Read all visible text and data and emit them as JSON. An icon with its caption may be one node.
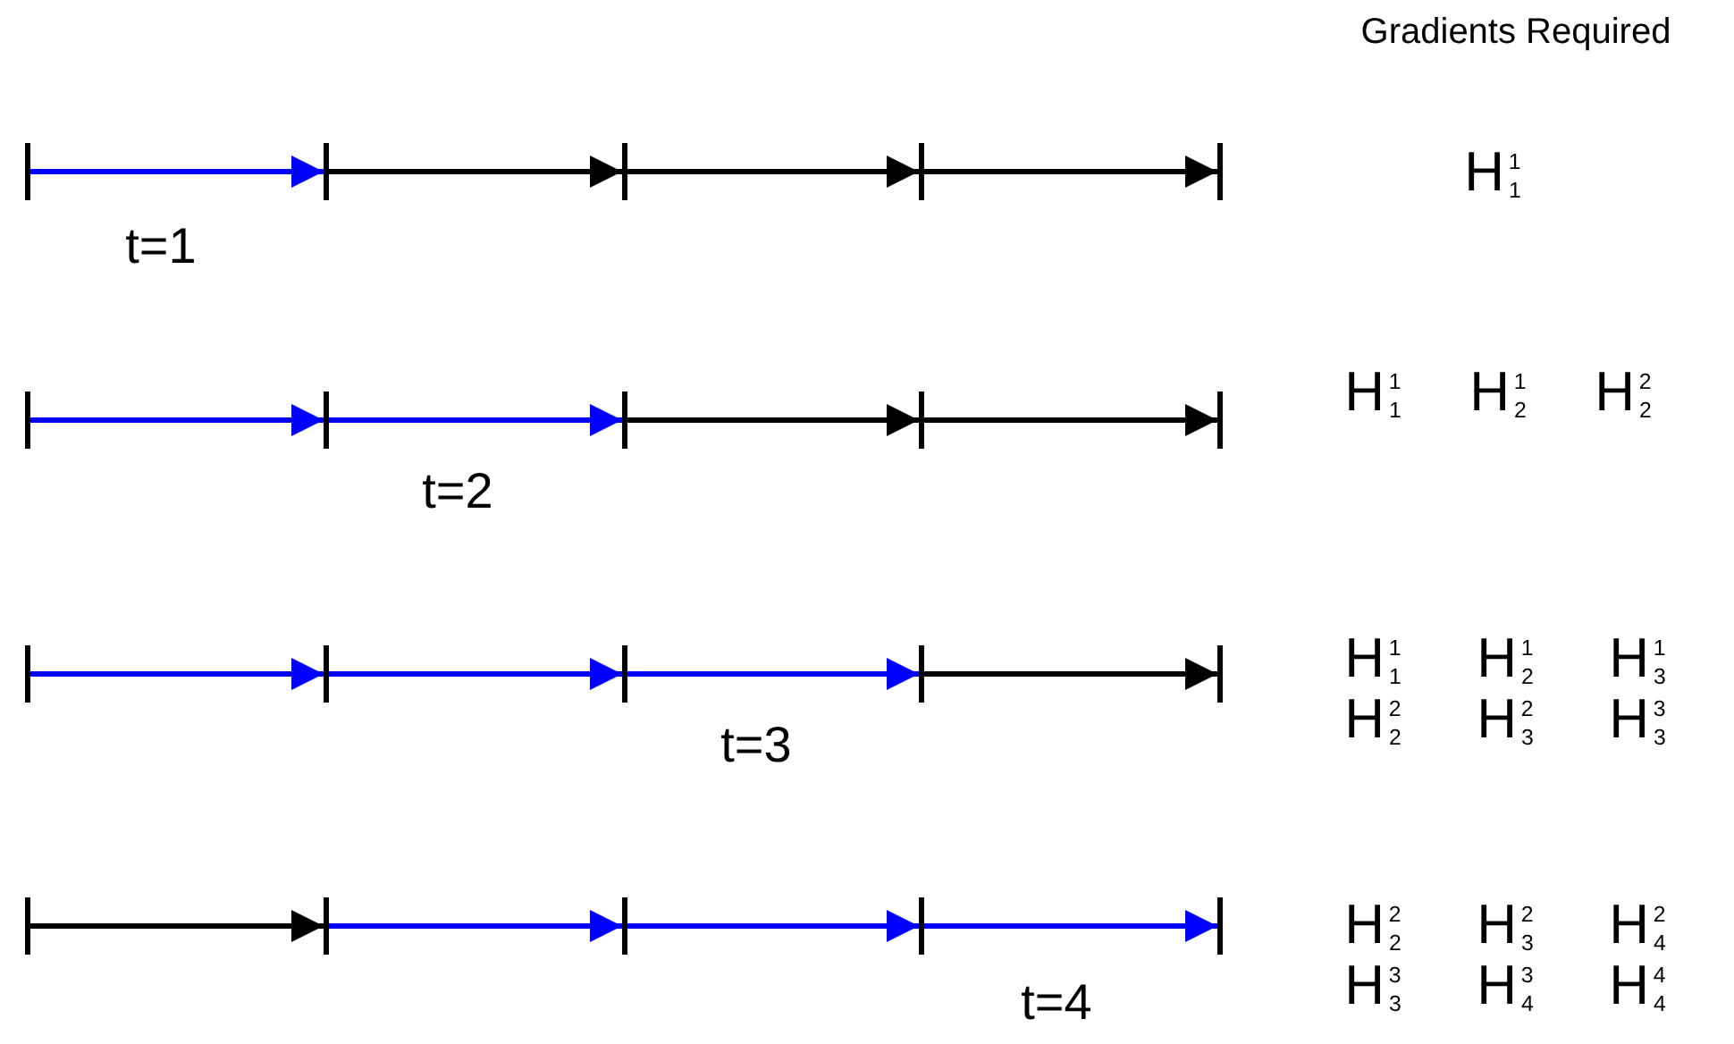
{
  "diagram": {
    "nodes": [
      {
        "text": [],
        "shape": "bar"
      },
      {
        "text": [],
        "shape": "bar"
      },
      {
        "text": [],
        "shape": "bar"
      },
      {
        "text": [],
        "shape": "bar"
      },
      {
        "text": [],
        "shape": "bar"
      },
      {
        "text": [],
        "shape": "bar"
      },
      {
        "text": [],
        "shape": "bar"
      },
      {
        "text": [],
        "shape": "bar"
      },
      {
        "text": [],
        "shape": "bar"
      },
      {
        "text": [],
        "shape": "bar"
      },
      {
        "text": [],
        "shape": "bar"
      },
      {
        "text": [],
        "shape": "bar"
      },
      {
        "text": [],
        "shape": "bar"
      },
      {
        "text": [],
        "shape": "bar"
      },
      {
        "text": [],
        "shape": "bar"
      },
      {
        "text": [],
        "shape": "bar"
      },
      {
        "text": [],
        "shape": "bar"
      },
      {
        "text": [],
        "shape": "bar"
      },
      {
        "text": [],
        "shape": "bar"
      },
      {
        "text": [],
        "shape": "bar"
      }
    ],
    "edges": [
      {
        "from": 0,
        "to": 1,
        "arrow": "to"
      },
      {
        "from": 1,
        "to": 2,
        "arrow": "to",
        "color": "#000000"
      },
      {
        "from": 2,
        "to": 3,
        "arrow": "to",
        "color": "#000000"
      },
      {
        "from": 3,
        "to": 4,
        "arrow": "to",
        "color": "#000000"
      },
      {
        "from": 5,
        "to": 6,
        "arrow": "to"
      },
      {
        "from": 6,
        "to": 7,
        "arrow": "to"
      },
      {
        "from": 7,
        "to": 8,
        "arrow": "to",
        "color": "#000000"
      },
      {
        "from": 8,
        "to": 9,
        "arrow": "to",
        "color": "#000000"
      },
      {
        "from": 10,
        "to": 11,
        "arrow": "to"
      },
      {
        "from": 11,
        "to": 12,
        "arrow": "to"
      },
      {
        "from": 12,
        "to": 13,
        "arrow": "to"
      },
      {
        "from": 13,
        "to": 14,
        "arrow": "to",
        "color": "#000000"
      },
      {
        "from": 15,
        "to": 16,
        "arrow": "to",
        "color": "#000000"
      },
      {
        "from": 16,
        "to": 17,
        "arrow": "to"
      },
      {
        "from": 17,
        "to": 18,
        "arrow": "to"
      },
      {
        "from": 18,
        "to": 19,
        "arrow": "to"
      }
    ],
    "labels": [
      "Gradients Required",
      "H$^{1}$$_{1}$",
      "t=1",
      "H$^{1}$$_{1}$",
      "H$^{1}$$_{2}$",
      "H$^{2}$$_{2}$",
      "t=2",
      "H$^{1}$$_{1}$",
      "H$^{1}$$_{2}$",
      "H$^{1}$$_{3}$",
      "t=3",
      "H$^{2}$$_{2}$",
      "H$^{2}$$_{3}$",
      "H$^{3}$$_{3}$",
      "H$^{2}$$_{2}$",
      "H$^{2}$$_{3}$",
      "H$^{2}$$_{4}$",
      "t=4",
      "H$^{3}$$_{3}$",
      "H$^{3}$$_{4}$",
      "H$^{4}$$_{4}$"
    ]
  }
}
